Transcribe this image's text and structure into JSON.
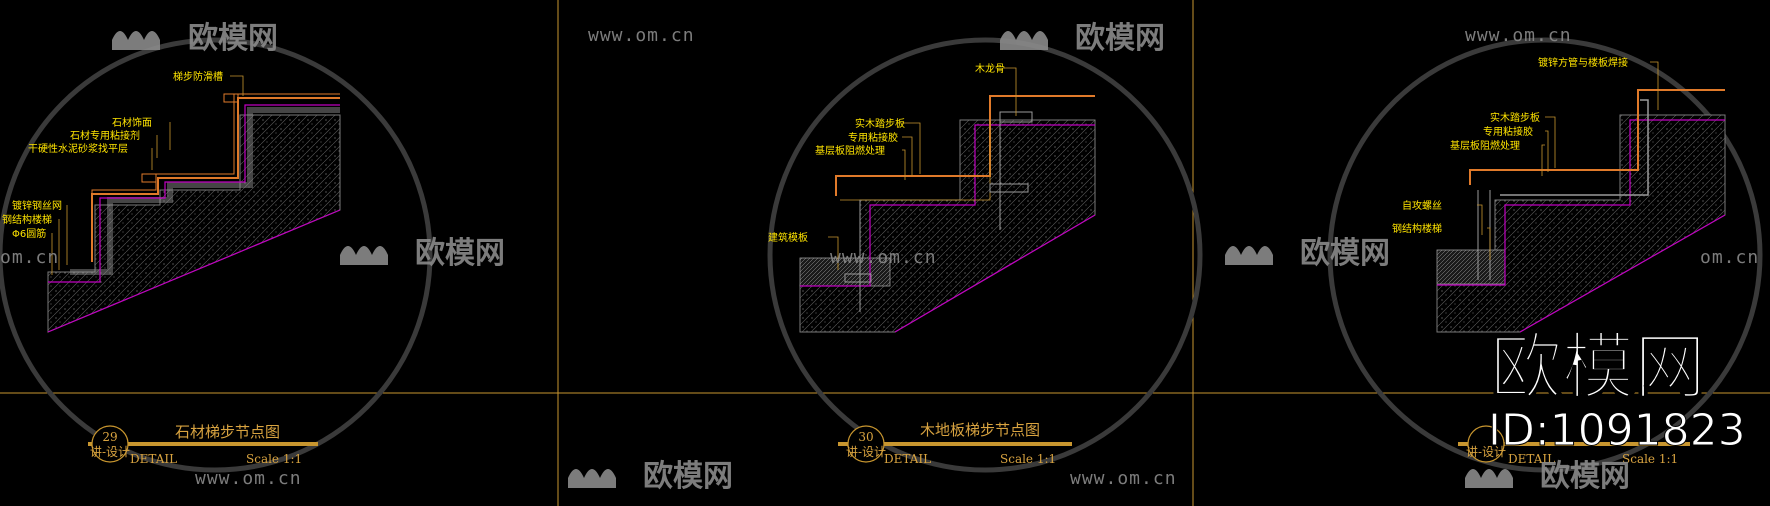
{
  "colors": {
    "frame": "#c8962f",
    "label": "#ffe400",
    "hatch": "#7a7a7a",
    "finish": "#e07a2a",
    "steel": "#c000c0",
    "watermark": "#8a8a8a"
  },
  "watermarks": {
    "url": "www.om.cn",
    "url_short": "om.cn",
    "brand": "欧模网",
    "overlay_brand": "欧模网",
    "overlay_id": "ID:1091823"
  },
  "panels": [
    {
      "title": "石材梯步节点图",
      "bubble_number": "29",
      "bubble_sub": "讲-设计",
      "detail": "DETAIL",
      "scale": "Scale 1:1",
      "labels": [
        "梯步防滑槽",
        "石材饰面",
        "石材专用粘接剂",
        "干硬性水泥砂浆找平层",
        "镀锌钢丝网",
        "钢结构楼梯",
        "Φ6圆筋"
      ]
    },
    {
      "title": "木地板梯步节点图",
      "bubble_number": "30",
      "bubble_sub": "讲-设计",
      "detail": "DETAIL",
      "scale": "Scale 1:1",
      "labels": [
        "木龙骨",
        "实木踏步板",
        "专用粘接胶",
        "基层板阻燃处理",
        "建筑模板"
      ]
    },
    {
      "title": "",
      "bubble_number": "",
      "bubble_sub": "讲-设计",
      "detail": "DETAIL",
      "scale": "Scale 1:1",
      "labels": [
        "镀锌方管与楼板焊接",
        "实木踏步板",
        "专用粘接胶",
        "基层板阻燃处理",
        "自攻螺丝",
        "钢结构楼梯"
      ]
    }
  ]
}
